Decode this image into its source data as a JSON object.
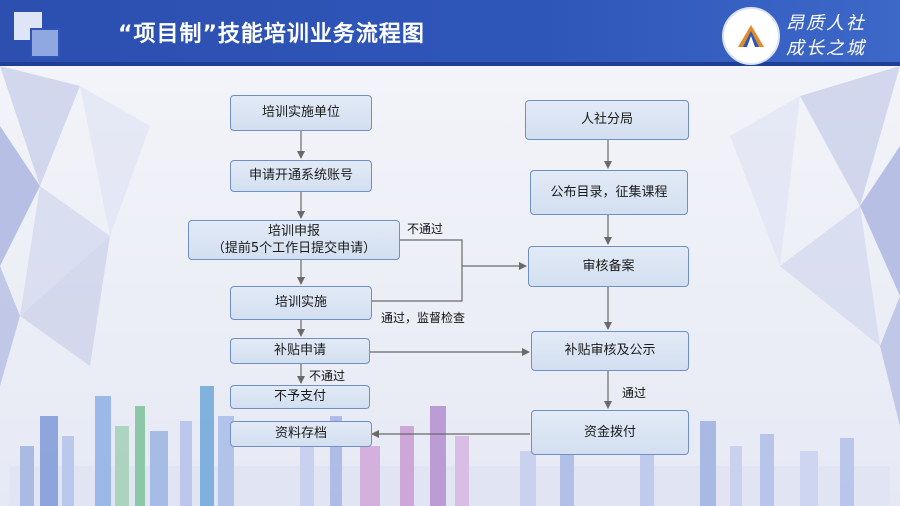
{
  "header": {
    "title": "“项目制”技能培训业务流程图",
    "slogan_line1": "昂质人社",
    "slogan_line2": "成长之城"
  },
  "nodes": {
    "training_unit": "培训实施单位",
    "apply_account": "申请开通系统账号",
    "training_declare_line1": "培训申报",
    "training_declare_line2": "（提前5个工作日提交申请）",
    "training_implement": "培训实施",
    "subsidy_apply": "补贴申请",
    "no_payment": "不予支付",
    "archive": "资料存档",
    "hr_branch": "人社分局",
    "publish_catalog": "公布目录，征集课程",
    "review_record": "审核备案",
    "subsidy_review": "补贴审核及公示",
    "fund_allocate": "资金拨付"
  },
  "labels": {
    "not_passed_1": "不通过",
    "passed_supervise": "通过，监督检查",
    "not_passed_2": "不通过",
    "passed": "通过"
  },
  "colors": {
    "header_blue": "#2e56b9",
    "node_fill": "#dce5f4",
    "node_border": "#6f8fc7",
    "connector": "#6a6a6a"
  }
}
